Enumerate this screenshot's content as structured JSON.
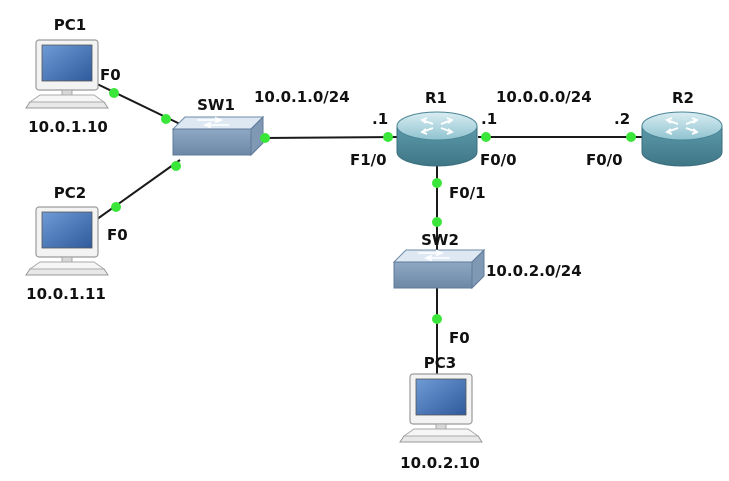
{
  "colors": {
    "background": "#ffffff",
    "link": "#1a1a1a",
    "link_status": "#39e639",
    "router_body": "#6aa6b6",
    "switch_body": "#94aecb",
    "pc_screen": "#4a78b8"
  },
  "devices": {
    "pc1": {
      "name": "PC1",
      "ip": "10.0.1.10",
      "icon": "pc-icon"
    },
    "pc2": {
      "name": "PC2",
      "ip": "10.0.1.11",
      "icon": "pc-icon"
    },
    "pc3": {
      "name": "PC3",
      "ip": "10.0.2.10",
      "icon": "pc-icon"
    },
    "sw1": {
      "name": "SW1",
      "icon": "switch-icon"
    },
    "sw2": {
      "name": "SW2",
      "icon": "switch-icon"
    },
    "r1": {
      "name": "R1",
      "icon": "router-icon"
    },
    "r2": {
      "name": "R2",
      "icon": "router-icon"
    }
  },
  "interfaces": {
    "pc1_f0": "F0",
    "pc2_f0": "F0",
    "pc3_f0": "F0",
    "r1_f1_0": "F1/0",
    "r1_f0_0": "F0/0",
    "r1_f0_1": "F0/1",
    "r2_f0_0": "F0/0"
  },
  "networks": {
    "lan1": "10.0.1.0/24",
    "wan": "10.0.0.0/24",
    "lan2": "10.0.2.0/24"
  },
  "host_octets": {
    "r1_lan1": ".1",
    "r1_wan": ".1",
    "r2_wan": ".2"
  }
}
